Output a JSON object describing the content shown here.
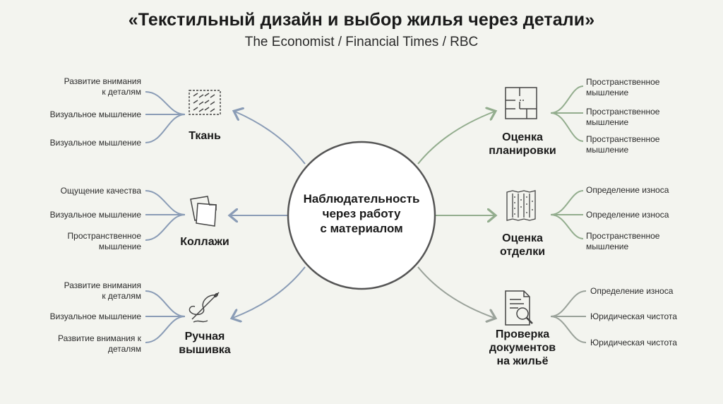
{
  "header": {
    "title": "«Текстильный дизайн и выбор жилья через детали»",
    "subtitle": "The Economist / Financial Times / RBC"
  },
  "center": {
    "lines": [
      "Наблюдательность",
      "через работу",
      "с материалом"
    ]
  },
  "colors": {
    "left_branch": "#8a9cb6",
    "right_branch": "#93ad8e",
    "bottom_right_branch": "#9aa29a",
    "icon": "#444444",
    "node_stroke": "#555555"
  },
  "left_categories": [
    {
      "icon": "fabric-icon",
      "label_lines": [
        "Ткань"
      ],
      "leaves": [
        [
          "Развитие внимания",
          "к деталям"
        ],
        [
          "Визуальное мышление"
        ],
        [
          "Визуальное мышление"
        ]
      ]
    },
    {
      "icon": "collage-icon",
      "label_lines": [
        "Коллажи"
      ],
      "leaves": [
        [
          "Ощущение качества"
        ],
        [
          "Визуальное мышление"
        ],
        [
          "Пространственное",
          "мышление"
        ]
      ]
    },
    {
      "icon": "needle-icon",
      "label_lines": [
        "Ручная",
        "вышивка"
      ],
      "leaves": [
        [
          "Развитие внимания",
          "к деталям"
        ],
        [
          "Визуальное мышление"
        ],
        [
          "Развитие внимания к",
          "деталям"
        ]
      ]
    }
  ],
  "right_categories": [
    {
      "icon": "floor-plan-icon",
      "label_lines": [
        "Оценка",
        "планировки"
      ],
      "leaves": [
        [
          "Пространственное",
          "мышление"
        ],
        [
          "Пространственное",
          "мышление"
        ],
        [
          "Пространственное",
          "мышление"
        ]
      ]
    },
    {
      "icon": "finish-icon",
      "label_lines": [
        "Оценка",
        "отделки"
      ],
      "leaves": [
        [
          "Определение износа"
        ],
        [
          "Определение износа"
        ],
        [
          "Пространственное",
          "мышление"
        ]
      ]
    },
    {
      "icon": "document-search-icon",
      "label_lines": [
        "Проверка",
        "документов",
        "на жильё"
      ],
      "leaves": [
        [
          "Определение износа"
        ],
        [
          "Юридическая чистота"
        ],
        [
          "Юридическая чистота"
        ]
      ]
    }
  ]
}
